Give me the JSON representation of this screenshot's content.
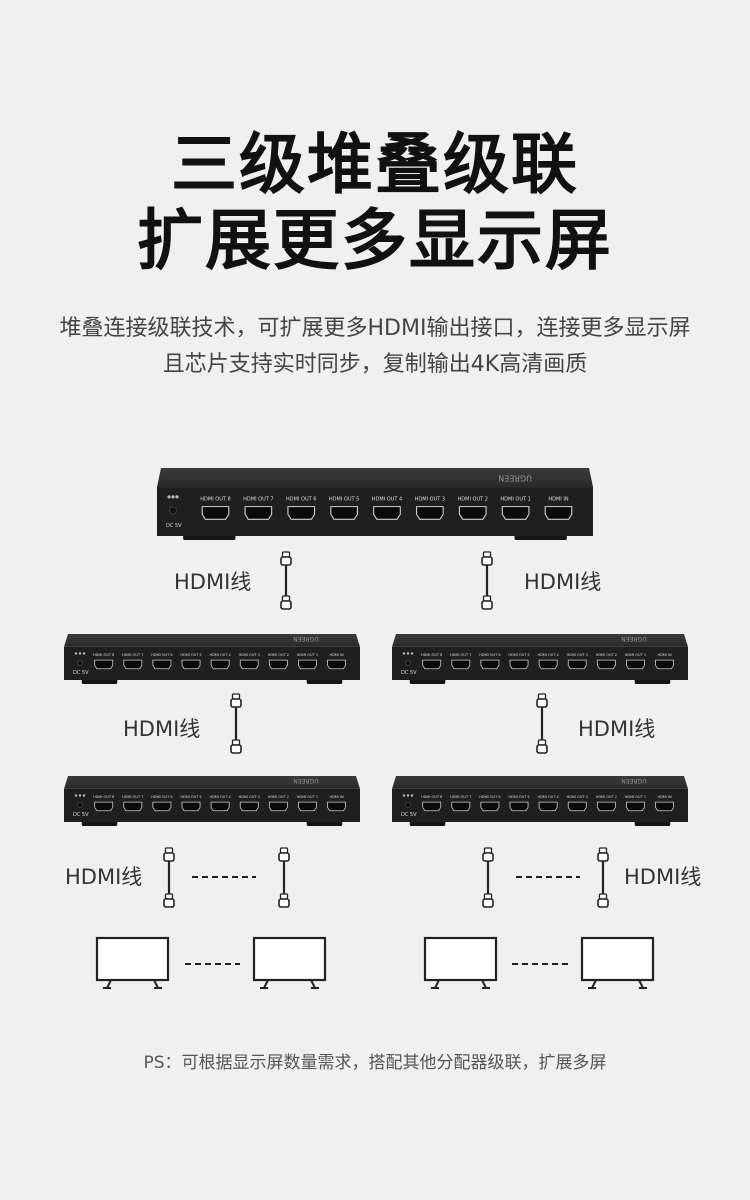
{
  "header": {
    "title_line1": "三级堆叠级联",
    "title_line2": "扩展更多显示屏",
    "subtitle_line1": "堆叠连接级联技术，可扩展更多HDMI输出接口，连接更多显示屏",
    "subtitle_line2": "且芯片支持实时同步，复制输出4K高清画质"
  },
  "device": {
    "brand": "UGREEN",
    "power_label": "DC 5V",
    "ports": [
      "HDMI OUT 8",
      "HDMI OUT 7",
      "HDMI OUT 6",
      "HDMI OUT 5",
      "HDMI OUT 4",
      "HDMI OUT 3",
      "HDMI OUT 2",
      "HDMI OUT 1",
      "HDMI IN"
    ]
  },
  "cable_label": "HDMI线",
  "footer": {
    "note": "PS：可根据显示屏数量需求，搭配其他分配器级联，扩展多屏"
  },
  "colors": {
    "background": "#f0f0f0",
    "device_body": "#2b2b2b",
    "device_face": "#1f1f1f"
  }
}
